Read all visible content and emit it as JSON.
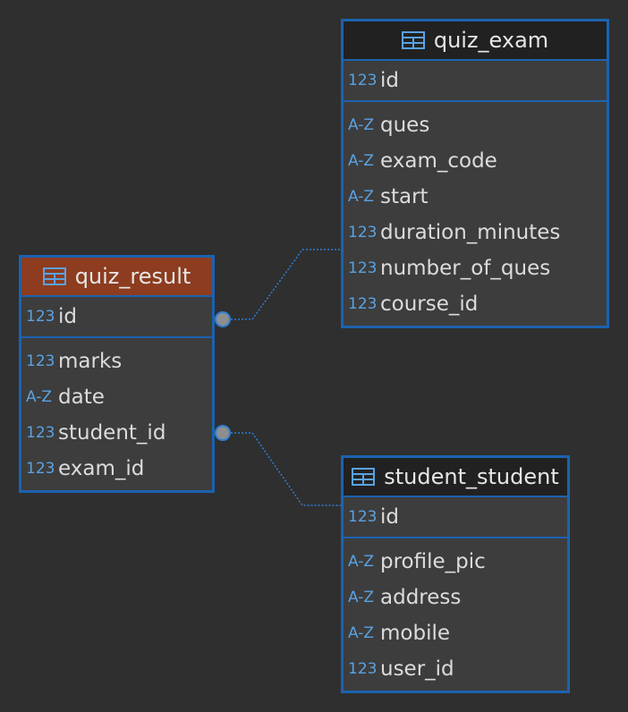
{
  "colors": {
    "background": "#2f2f2f",
    "entity_border": "#1c62b0",
    "header_highlight": "#8d3c1f",
    "header_default": "#212121",
    "type_icon": "#5aa2e3",
    "connector": "#2f7fd6",
    "connector_dot": "#8e8e8e"
  },
  "icons": {
    "table": "table-icon",
    "numeric": "numeric-type-icon",
    "text": "text-type-icon"
  },
  "entities": {
    "quiz_exam": {
      "name": "quiz_exam",
      "pk": {
        "type": "123",
        "name": "id"
      },
      "columns": [
        {
          "type": "A-Z",
          "name": "ques"
        },
        {
          "type": "A-Z",
          "name": "exam_code"
        },
        {
          "type": "A-Z",
          "name": "start"
        },
        {
          "type": "123",
          "name": "duration_minutes"
        },
        {
          "type": "123",
          "name": "number_of_ques"
        },
        {
          "type": "123",
          "name": "course_id"
        }
      ]
    },
    "quiz_result": {
      "name": "quiz_result",
      "pk": {
        "type": "123",
        "name": "id"
      },
      "columns": [
        {
          "type": "123",
          "name": "marks"
        },
        {
          "type": "A-Z",
          "name": "date"
        },
        {
          "type": "123",
          "name": "student_id"
        },
        {
          "type": "123",
          "name": "exam_id"
        }
      ]
    },
    "student_student": {
      "name": "student_student",
      "pk": {
        "type": "123",
        "name": "id"
      },
      "columns": [
        {
          "type": "A-Z",
          "name": "profile_pic"
        },
        {
          "type": "A-Z",
          "name": "address"
        },
        {
          "type": "A-Z",
          "name": "mobile"
        },
        {
          "type": "123",
          "name": "user_id"
        }
      ]
    }
  }
}
